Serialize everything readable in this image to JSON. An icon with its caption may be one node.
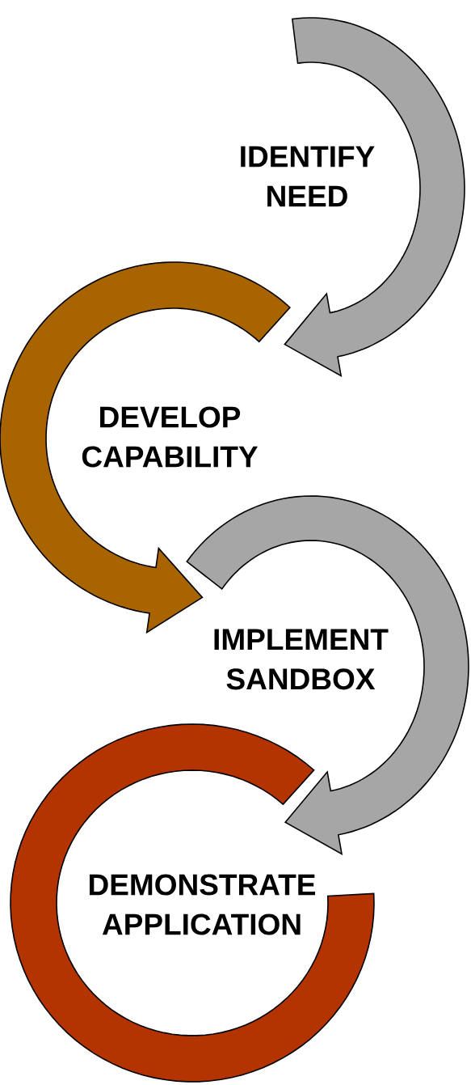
{
  "diagram": {
    "nodes": [
      {
        "text": [
          "IDENTIFY NEED"
        ]
      },
      {
        "text": [
          "DEVELOP CAPABILITY"
        ]
      },
      {
        "text": [
          "IMPLEMENT SANDBOX"
        ]
      },
      {
        "text": [
          "DEMONSTRATE APPLICATION"
        ]
      }
    ]
  }
}
